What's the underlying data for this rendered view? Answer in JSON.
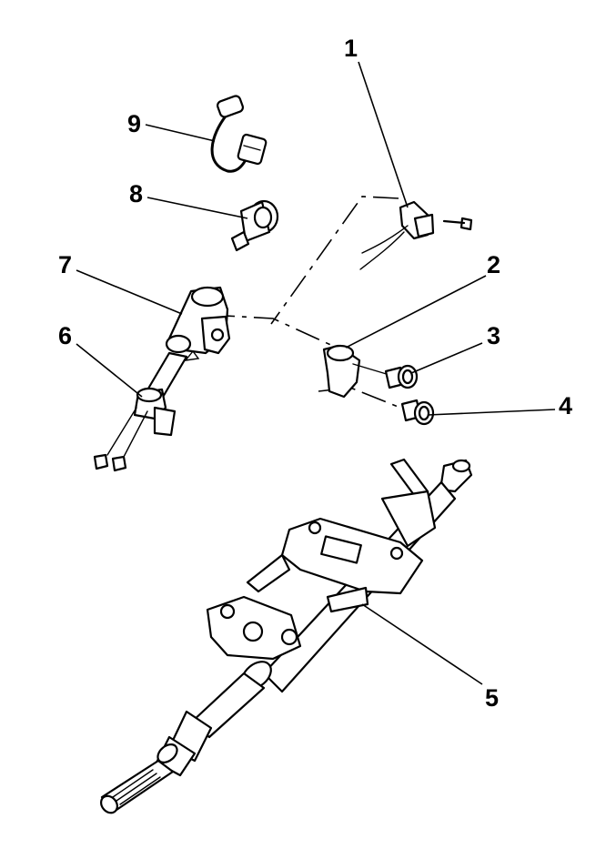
{
  "callouts": [
    {
      "id": "1",
      "label": "1"
    },
    {
      "id": "2",
      "label": "2"
    },
    {
      "id": "3",
      "label": "3"
    },
    {
      "id": "4",
      "label": "4"
    },
    {
      "id": "5",
      "label": "5"
    },
    {
      "id": "6",
      "label": "6"
    },
    {
      "id": "7",
      "label": "7"
    },
    {
      "id": "8",
      "label": "8"
    },
    {
      "id": "9",
      "label": "9"
    }
  ],
  "colors": {
    "ink": "#000000",
    "paper": "#ffffff"
  }
}
